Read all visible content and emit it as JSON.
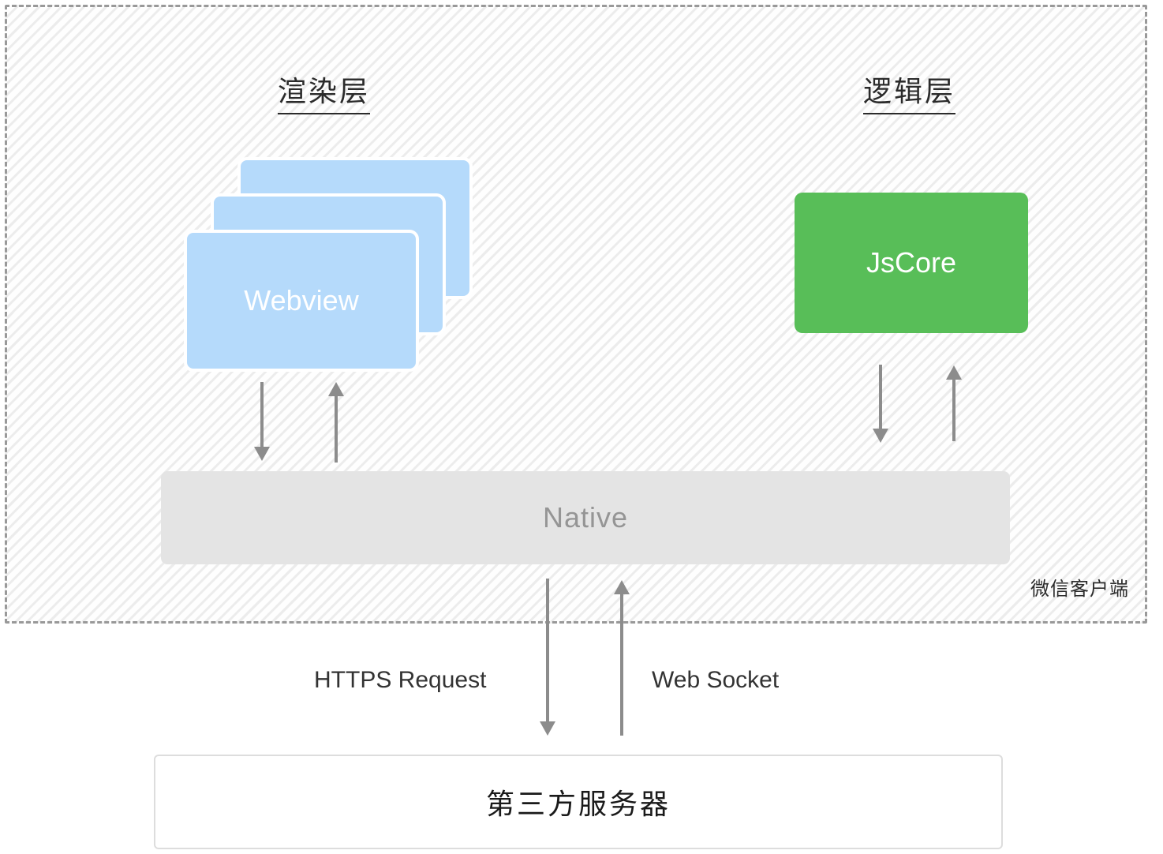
{
  "diagram": {
    "client_box_label": "微信客户端",
    "render_layer": {
      "title": "渲染层",
      "webview_label": "Webview"
    },
    "logic_layer": {
      "title": "逻辑层",
      "jscore_label": "JsCore"
    },
    "native_label": "Native",
    "connections": {
      "https_label": "HTTPS Request",
      "websocket_label": "Web Socket"
    },
    "server_label": "第三方服务器"
  },
  "colors": {
    "webview-blue": "#B5DAFB",
    "jscore-green": "#58BE58",
    "native-gray": "#E4E4E4",
    "native-text": "#959595",
    "arrow-gray": "#8C8C8C",
    "dash-border": "#999999",
    "hatch-line": "#ECECEC",
    "server-border": "#DDDDDD",
    "title-color": "#2B2B2B"
  }
}
